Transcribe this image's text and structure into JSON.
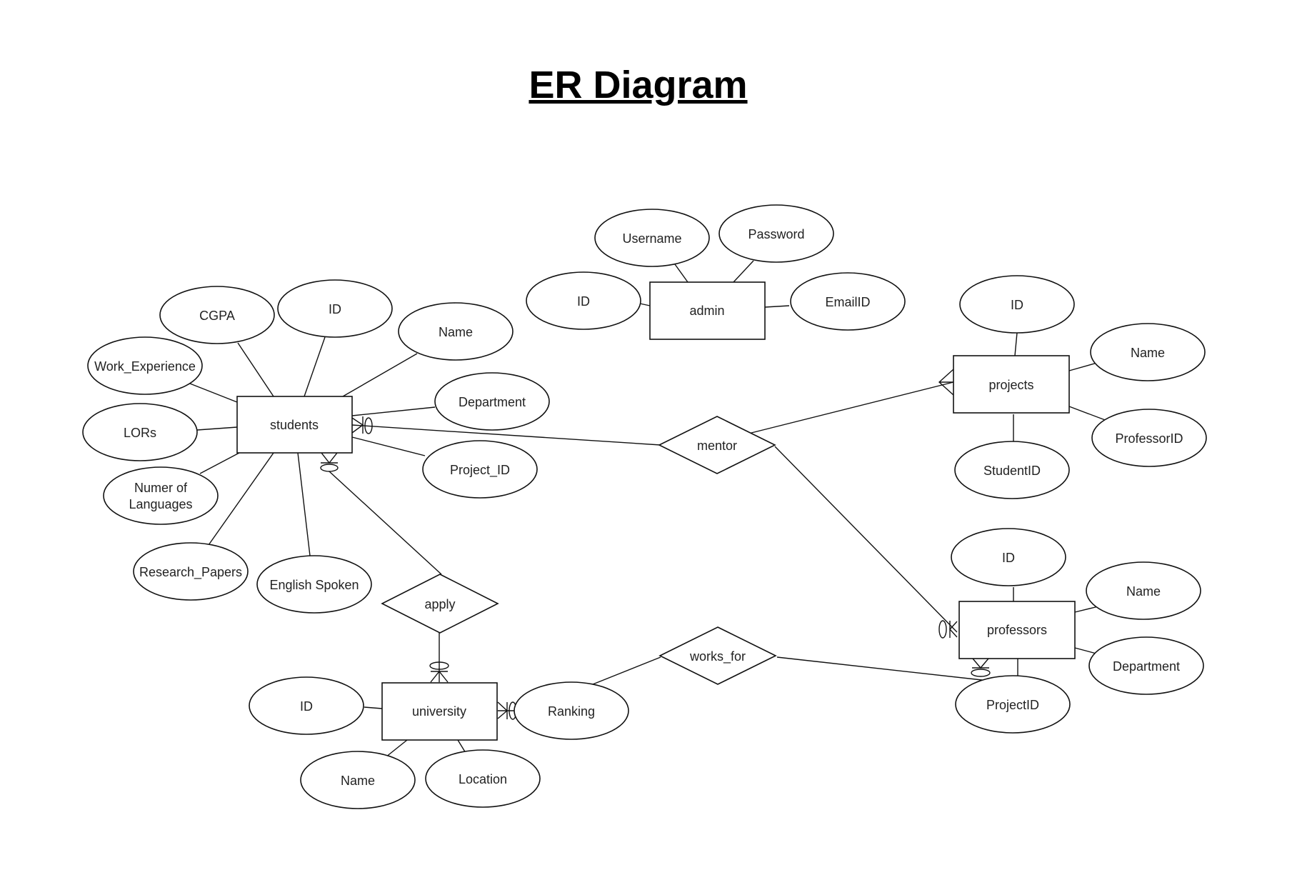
{
  "title": "ER Diagram",
  "entities": {
    "admin": "admin",
    "students": "students",
    "projects": "projects",
    "professors": "professors",
    "university": "university"
  },
  "relationships": {
    "mentor": "mentor",
    "apply": "apply",
    "works_for": "works_for"
  },
  "attributes": {
    "admin": [
      "Username",
      "Password",
      "ID",
      "EmailID"
    ],
    "students": [
      "CGPA",
      "ID",
      "Name",
      "Work_Experience",
      "Department",
      "LORs",
      "Project_ID",
      "Numer of",
      "Languages",
      "Research_Papers",
      "English Spoken"
    ],
    "projects": [
      "ID",
      "Name",
      "ProfessorID",
      "StudentID"
    ],
    "professors": [
      "ID",
      "Name",
      "Department",
      "ProjectID"
    ],
    "university": [
      "ID",
      "Ranking",
      "Name",
      "Location"
    ]
  }
}
